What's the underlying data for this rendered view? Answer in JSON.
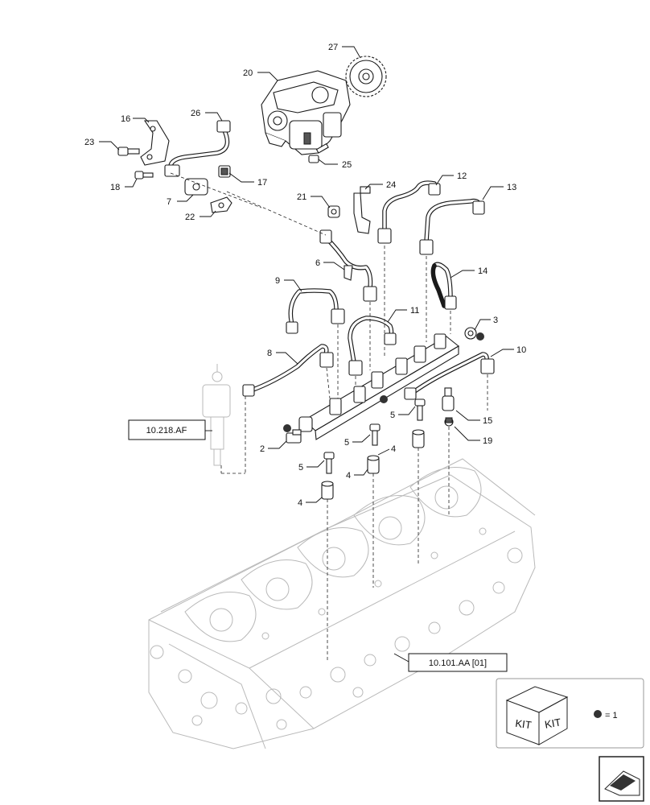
{
  "callouts": {
    "c27": "27",
    "c20": "20",
    "c26": "26",
    "c16": "16",
    "c23": "23",
    "c25": "25",
    "c17": "17",
    "c18": "18",
    "c7": "7",
    "c22": "22",
    "c24": "24",
    "c21": "21",
    "c12": "12",
    "c13": "13",
    "c6": "6",
    "c14": "14",
    "c9": "9",
    "c11": "11",
    "c3": "3",
    "c10": "10",
    "c8": "8",
    "c5a": "5",
    "c15": "15",
    "c19": "19",
    "c2": "2",
    "c5b": "5",
    "c4a": "4",
    "c5c": "5",
    "c4b": "4",
    "c4c": "4"
  },
  "references": {
    "injector_ref": "10.218.AF",
    "head_ref": "10.101.AA [01]"
  },
  "kit_box": {
    "kit_left": "KIT",
    "kit_right": "KIT",
    "legend_eq": "= 1"
  },
  "icons": {
    "kit": "kit-box-icon",
    "nav": "page-navigation-arrow-icon"
  },
  "colors": {
    "line": "#1a1a1a",
    "ghost": "#b9b9b9",
    "marker": "#333333"
  }
}
